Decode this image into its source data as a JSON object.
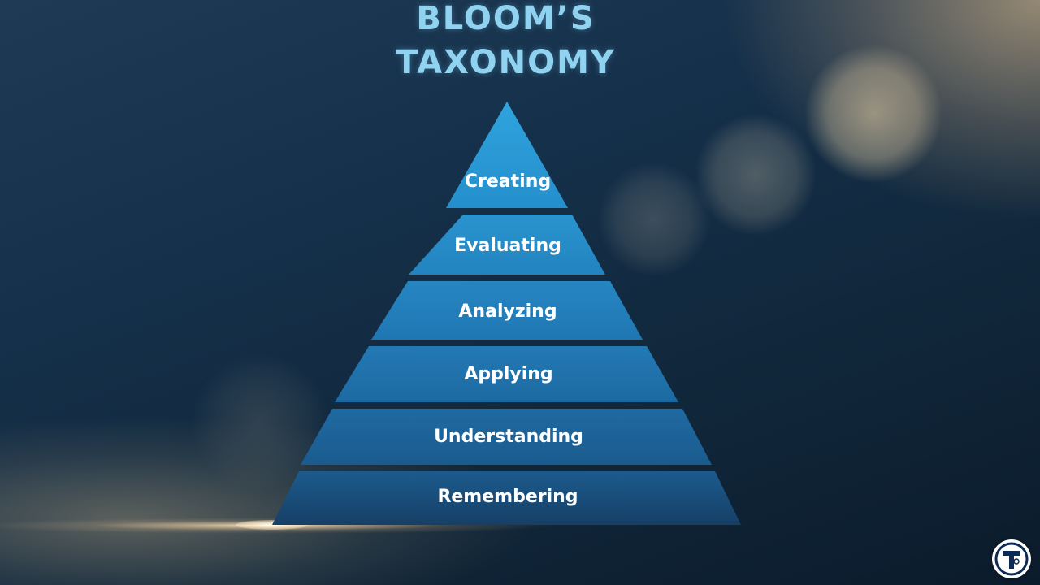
{
  "title": {
    "line1": "BLOOM’S",
    "line2": "TAXONOMY"
  },
  "pyramid": {
    "tiers": [
      {
        "label": "Creating"
      },
      {
        "label": "Evaluating"
      },
      {
        "label": "Analyzing"
      },
      {
        "label": "Applying"
      },
      {
        "label": "Understanding"
      },
      {
        "label": "Remembering"
      }
    ]
  },
  "colors": {
    "title": "#8fd3f0",
    "tier_top": "#2a97d4",
    "tier_bottom": "#1d4f80",
    "label": "#ffffff"
  },
  "logo": {
    "icon": "t-brand-logo-icon"
  }
}
